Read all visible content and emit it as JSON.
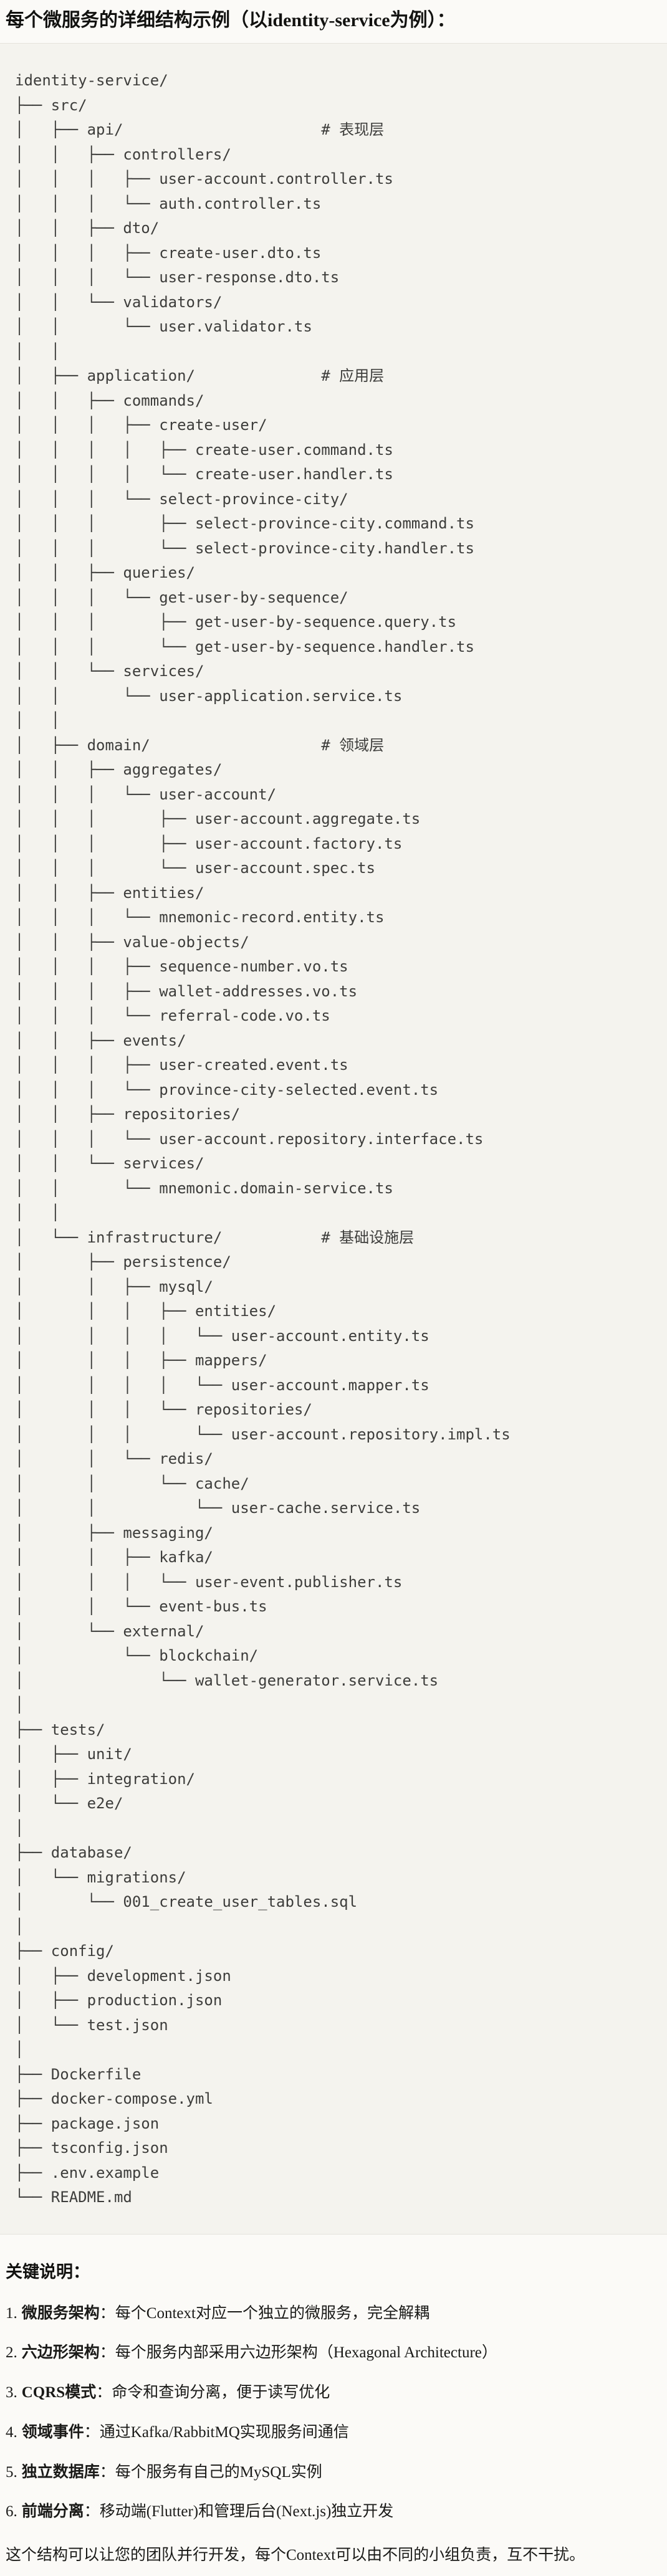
{
  "page": {
    "title": "每个微服务的详细结构示例（以identity-service为例）："
  },
  "tree": {
    "lines": [
      "identity-service/",
      "├── src/",
      "│   ├── api/                      # 表现层",
      "│   │   ├── controllers/",
      "│   │   │   ├── user-account.controller.ts",
      "│   │   │   └── auth.controller.ts",
      "│   │   ├── dto/",
      "│   │   │   ├── create-user.dto.ts",
      "│   │   │   └── user-response.dto.ts",
      "│   │   └── validators/",
      "│   │       └── user.validator.ts",
      "│   │",
      "│   ├── application/              # 应用层",
      "│   │   ├── commands/",
      "│   │   │   ├── create-user/",
      "│   │   │   │   ├── create-user.command.ts",
      "│   │   │   │   └── create-user.handler.ts",
      "│   │   │   └── select-province-city/",
      "│   │   │       ├── select-province-city.command.ts",
      "│   │   │       └── select-province-city.handler.ts",
      "│   │   ├── queries/",
      "│   │   │   └── get-user-by-sequence/",
      "│   │   │       ├── get-user-by-sequence.query.ts",
      "│   │   │       └── get-user-by-sequence.handler.ts",
      "│   │   └── services/",
      "│   │       └── user-application.service.ts",
      "│   │",
      "│   ├── domain/                   # 领域层",
      "│   │   ├── aggregates/",
      "│   │   │   └── user-account/",
      "│   │   │       ├── user-account.aggregate.ts",
      "│   │   │       ├── user-account.factory.ts",
      "│   │   │       └── user-account.spec.ts",
      "│   │   ├── entities/",
      "│   │   │   └── mnemonic-record.entity.ts",
      "│   │   ├── value-objects/",
      "│   │   │   ├── sequence-number.vo.ts",
      "│   │   │   ├── wallet-addresses.vo.ts",
      "│   │   │   └── referral-code.vo.ts",
      "│   │   ├── events/",
      "│   │   │   ├── user-created.event.ts",
      "│   │   │   └── province-city-selected.event.ts",
      "│   │   ├── repositories/",
      "│   │   │   └── user-account.repository.interface.ts",
      "│   │   └── services/",
      "│   │       └── mnemonic.domain-service.ts",
      "│   │",
      "│   └── infrastructure/           # 基础设施层",
      "│       ├── persistence/",
      "│       │   ├── mysql/",
      "│       │   │   ├── entities/",
      "│       │   │   │   └── user-account.entity.ts",
      "│       │   │   ├── mappers/",
      "│       │   │   │   └── user-account.mapper.ts",
      "│       │   │   └── repositories/",
      "│       │   │       └── user-account.repository.impl.ts",
      "│       │   └── redis/",
      "│       │       └── cache/",
      "│       │           └── user-cache.service.ts",
      "│       ├── messaging/",
      "│       │   ├── kafka/",
      "│       │   │   └── user-event.publisher.ts",
      "│       │   └── event-bus.ts",
      "│       └── external/",
      "│           └── blockchain/",
      "│               └── wallet-generator.service.ts",
      "│",
      "├── tests/",
      "│   ├── unit/",
      "│   ├── integration/",
      "│   └── e2e/",
      "│",
      "├── database/",
      "│   └── migrations/",
      "│       └── 001_create_user_tables.sql",
      "│",
      "├── config/",
      "│   ├── development.json",
      "│   ├── production.json",
      "│   └── test.json",
      "│",
      "├── Dockerfile",
      "├── docker-compose.yml",
      "├── package.json",
      "├── tsconfig.json",
      "├── .env.example",
      "└── README.md"
    ]
  },
  "notes": {
    "heading": "关键说明：",
    "items": [
      {
        "num": "1.",
        "term": "微服务架构",
        "sep": "：",
        "desc": "每个Context对应一个独立的微服务，完全解耦"
      },
      {
        "num": "2.",
        "term": "六边形架构",
        "sep": "：",
        "desc": "每个服务内部采用六边形架构（Hexagonal Architecture）"
      },
      {
        "num": "3.",
        "term": "CQRS模式",
        "sep": "：",
        "desc": "命令和查询分离，便于读写优化"
      },
      {
        "num": "4.",
        "term": "领域事件",
        "sep": "：",
        "desc": "通过Kafka/RabbitMQ实现服务间通信"
      },
      {
        "num": "5.",
        "term": "独立数据库",
        "sep": "：",
        "desc": "每个服务有自己的MySQL实例"
      },
      {
        "num": "6.",
        "term": "前端分离",
        "sep": "：",
        "desc": "移动端(Flutter)和管理后台(Next.js)独立开发"
      }
    ],
    "closing": "这个结构可以让您的团队并行开发，每个Context可以由不同的小组负责，互不干扰。"
  }
}
